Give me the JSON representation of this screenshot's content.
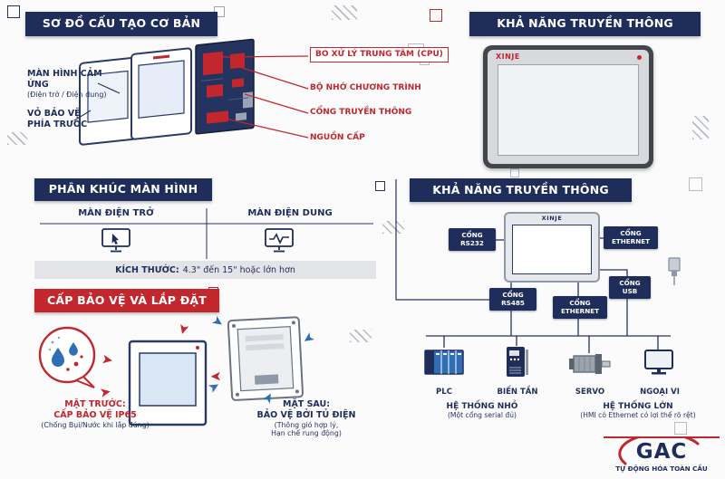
{
  "colors": {
    "navy": "#1e2d5a",
    "red": "#c1272d",
    "blue": "#2f6db5",
    "gray": "#e3e4e7"
  },
  "structure": {
    "title": "SƠ ĐỒ CẤU TẠO CƠ BẢN",
    "screen_label": "MÀN HÌNH CẢM ỨNG",
    "screen_sub": "(Điện trở / Điện dung)",
    "cover_l1": "VỎ BẢO VỆ",
    "cover_l2": "PHÍA TRƯỚC",
    "cpu": "BO XỬ LÝ TRUNG TÂM (CPU)",
    "memory": "BỘ NHỚ CHƯƠNG TRÌNH",
    "port": "CỔNG TRUYỀN THÔNG",
    "power": "NGUỒN CẤP"
  },
  "comm_top": {
    "title": "KHẢ NĂNG TRUYỀN THÔNG",
    "brand": "XINJE"
  },
  "segments": {
    "title": "PHÂN KHÚC MÀN HÌNH",
    "col1": "MÀN ĐIỆN TRỞ",
    "col2": "MÀN ĐIỆN DUNG",
    "size_label": "KÍCH THƯỚC:",
    "size_value": "4.3\" đến 15\" hoặc lớn hơn"
  },
  "protection": {
    "title": "CẤP BẢO VỆ VÀ LẮP ĐẶT",
    "front_l1": "MẶT TRƯỚC:",
    "front_l2": "CẤP BẢO VỆ IP65",
    "front_note": "(Chống Bụi/Nước khi lắp đúng)",
    "back_l1": "MẶT SAU:",
    "back_l2": "BẢO VỆ BỞI TỦ ĐIỆN",
    "back_note1": "(Thông gió hợp lý,",
    "back_note2": "Hạn chế rung động)"
  },
  "comm": {
    "title": "KHẢ NĂNG TRUYỀN THÔNG",
    "brand": "XINJE",
    "ports": [
      {
        "l1": "CỔNG",
        "l2": "RS232"
      },
      {
        "l1": "CỔNG",
        "l2": "ETHERNET"
      },
      {
        "l1": "CỔNG",
        "l2": "RS485"
      },
      {
        "l1": "CỔNG",
        "l2": "ETHERNET"
      },
      {
        "l1": "CỔNG",
        "l2": "USB"
      }
    ],
    "devices": [
      "PLC",
      "BIẾN TẦN",
      "SERVO",
      "NGOẠI VI"
    ],
    "small_title": "HỆ THỐNG NHỎ",
    "small_note": "(Một cổng serial đủ)",
    "large_title": "HỆ THỐNG LỚN",
    "large_note": "(HMI có Ethernet có lợi thế rõ rệt)"
  },
  "footer": {
    "brand": "GAC",
    "tagline": "TỰ ĐỘNG HÓA TOÀN CẦU"
  }
}
